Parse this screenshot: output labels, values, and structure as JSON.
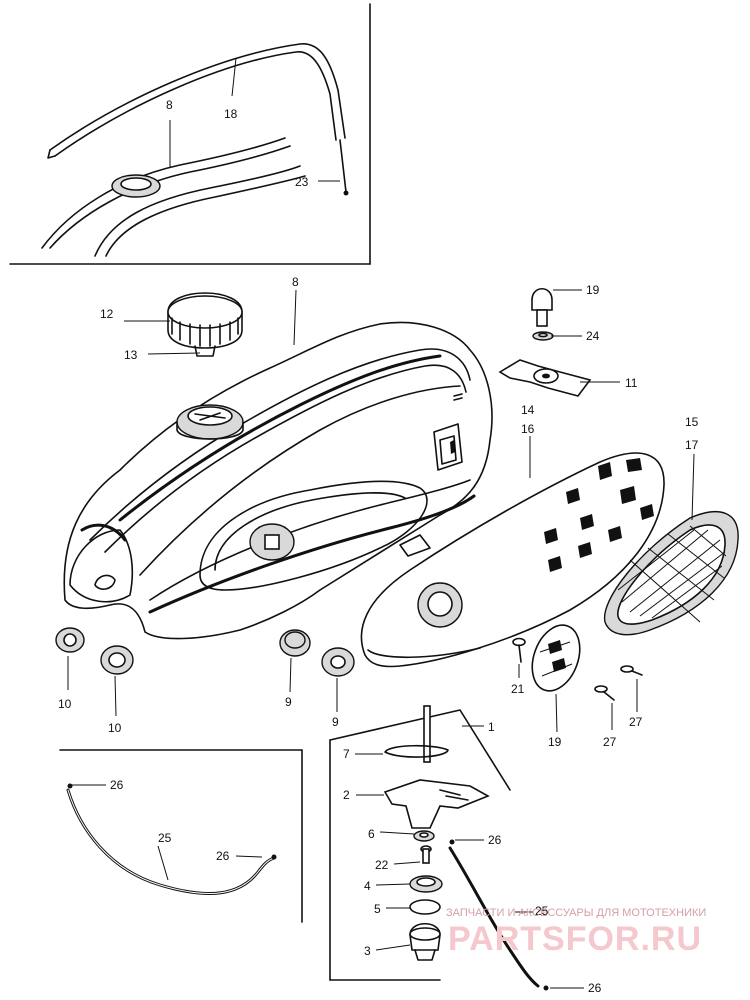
{
  "callouts": [
    {
      "id": "c18",
      "text": "18"
    },
    {
      "id": "c8a",
      "text": "8"
    },
    {
      "id": "c23",
      "text": "23"
    },
    {
      "id": "c8b",
      "text": "8"
    },
    {
      "id": "c19a",
      "text": "19"
    },
    {
      "id": "c12",
      "text": "12"
    },
    {
      "id": "c24",
      "text": "24"
    },
    {
      "id": "c13",
      "text": "13"
    },
    {
      "id": "c11",
      "text": "11"
    },
    {
      "id": "c14",
      "text": "14"
    },
    {
      "id": "c16",
      "text": "16"
    },
    {
      "id": "c15",
      "text": "15"
    },
    {
      "id": "c17",
      "text": "17"
    },
    {
      "id": "c10a",
      "text": "10"
    },
    {
      "id": "c10b",
      "text": "10"
    },
    {
      "id": "c9a",
      "text": "9"
    },
    {
      "id": "c9b",
      "text": "9"
    },
    {
      "id": "c21",
      "text": "21"
    },
    {
      "id": "c19b",
      "text": "19"
    },
    {
      "id": "c27a",
      "text": "27"
    },
    {
      "id": "c27b",
      "text": "27"
    },
    {
      "id": "c1",
      "text": "1"
    },
    {
      "id": "c7",
      "text": "7"
    },
    {
      "id": "c26a",
      "text": "26"
    },
    {
      "id": "c2",
      "text": "2"
    },
    {
      "id": "c25a",
      "text": "25"
    },
    {
      "id": "c6",
      "text": "6"
    },
    {
      "id": "c26b",
      "text": "26"
    },
    {
      "id": "c26c",
      "text": "26"
    },
    {
      "id": "c22",
      "text": "22"
    },
    {
      "id": "c4",
      "text": "4"
    },
    {
      "id": "c5",
      "text": "5"
    },
    {
      "id": "c25b",
      "text": "25"
    },
    {
      "id": "c3",
      "text": "3"
    },
    {
      "id": "c26d",
      "text": "26"
    }
  ],
  "watermark": {
    "subtitle": "ЗАПЧАСТИ И АКСЕССУАРЫ ДЛЯ МОТОТЕХНИКИ",
    "brand": "PARTSFOR.RU"
  }
}
